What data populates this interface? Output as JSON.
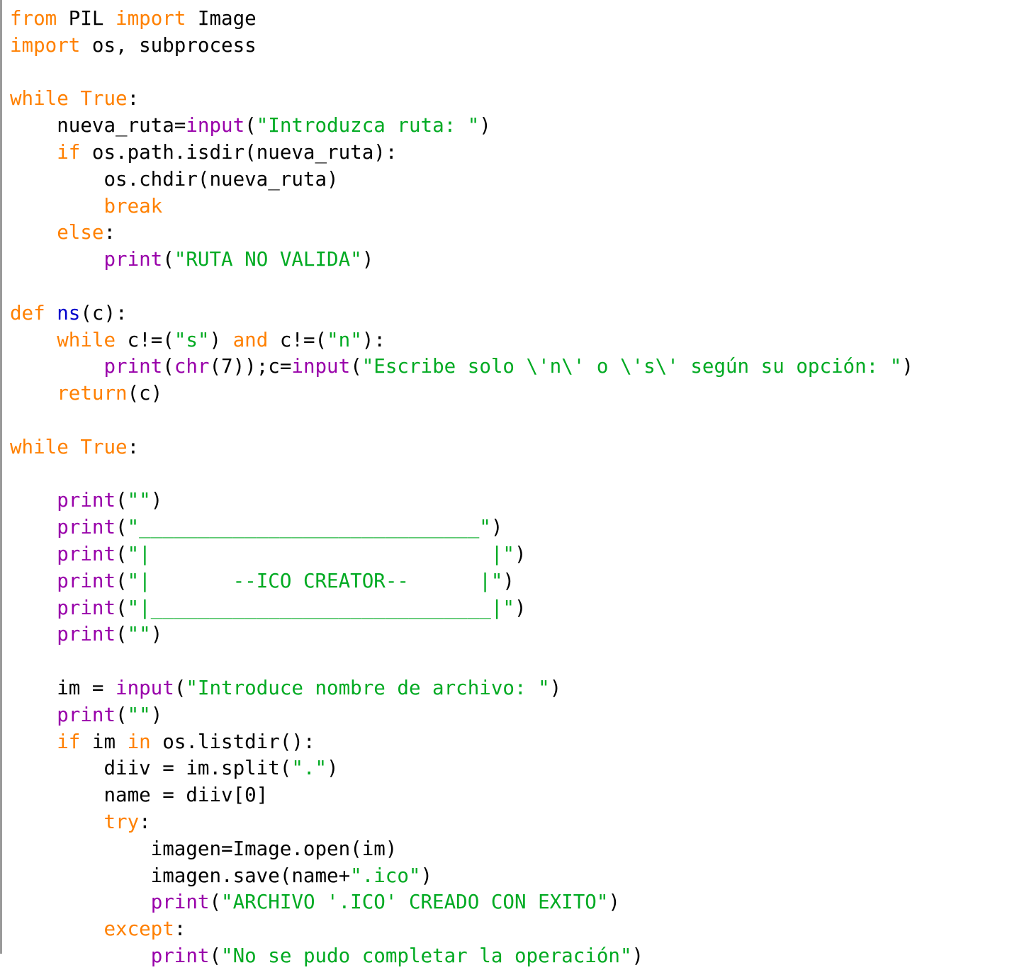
{
  "editor": {
    "language": "python",
    "theme": "idle-classic",
    "background": "#ffffff",
    "colors": {
      "keyword": "#ff8000",
      "builtin": "#9900aa",
      "string": "#00aa22",
      "definition": "#0000cc",
      "identifier": "#000000",
      "border": "#9a9a9a"
    },
    "lines": [
      {
        "n": 1,
        "tokens": [
          {
            "t": "from",
            "c": "kw"
          },
          {
            "t": " PIL ",
            "c": "id"
          },
          {
            "t": "import",
            "c": "kw"
          },
          {
            "t": " Image",
            "c": "id"
          }
        ]
      },
      {
        "n": 2,
        "tokens": [
          {
            "t": "import",
            "c": "kw"
          },
          {
            "t": " os, subprocess",
            "c": "id"
          }
        ]
      },
      {
        "n": 3,
        "tokens": []
      },
      {
        "n": 4,
        "tokens": [
          {
            "t": "while",
            "c": "kw"
          },
          {
            "t": " ",
            "c": "id"
          },
          {
            "t": "True",
            "c": "kw"
          },
          {
            "t": ":",
            "c": "op"
          }
        ]
      },
      {
        "n": 5,
        "tokens": [
          {
            "t": "    nueva_ruta=",
            "c": "id"
          },
          {
            "t": "input",
            "c": "bi"
          },
          {
            "t": "(",
            "c": "op"
          },
          {
            "t": "\"Introduzca ruta: \"",
            "c": "str"
          },
          {
            "t": ")",
            "c": "op"
          }
        ]
      },
      {
        "n": 6,
        "tokens": [
          {
            "t": "    ",
            "c": "id"
          },
          {
            "t": "if",
            "c": "kw"
          },
          {
            "t": " os.path.isdir(nueva_ruta):",
            "c": "id"
          }
        ]
      },
      {
        "n": 7,
        "tokens": [
          {
            "t": "        os.chdir(nueva_ruta)",
            "c": "id"
          }
        ]
      },
      {
        "n": 8,
        "tokens": [
          {
            "t": "        ",
            "c": "id"
          },
          {
            "t": "break",
            "c": "kw"
          }
        ]
      },
      {
        "n": 9,
        "tokens": [
          {
            "t": "    ",
            "c": "id"
          },
          {
            "t": "else",
            "c": "kw"
          },
          {
            "t": ":",
            "c": "op"
          }
        ]
      },
      {
        "n": 10,
        "tokens": [
          {
            "t": "        ",
            "c": "id"
          },
          {
            "t": "print",
            "c": "bi"
          },
          {
            "t": "(",
            "c": "op"
          },
          {
            "t": "\"RUTA NO VALIDA\"",
            "c": "str"
          },
          {
            "t": ")",
            "c": "op"
          }
        ]
      },
      {
        "n": 11,
        "tokens": []
      },
      {
        "n": 12,
        "tokens": [
          {
            "t": "def",
            "c": "kw"
          },
          {
            "t": " ",
            "c": "id"
          },
          {
            "t": "ns",
            "c": "def"
          },
          {
            "t": "(c):",
            "c": "id"
          }
        ]
      },
      {
        "n": 13,
        "tokens": [
          {
            "t": "    ",
            "c": "id"
          },
          {
            "t": "while",
            "c": "kw"
          },
          {
            "t": " c!=(",
            "c": "id"
          },
          {
            "t": "\"s\"",
            "c": "str"
          },
          {
            "t": ") ",
            "c": "id"
          },
          {
            "t": "and",
            "c": "kw"
          },
          {
            "t": " c!=(",
            "c": "id"
          },
          {
            "t": "\"n\"",
            "c": "str"
          },
          {
            "t": "):",
            "c": "id"
          }
        ]
      },
      {
        "n": 14,
        "tokens": [
          {
            "t": "        ",
            "c": "id"
          },
          {
            "t": "print",
            "c": "bi"
          },
          {
            "t": "(",
            "c": "op"
          },
          {
            "t": "chr",
            "c": "bi"
          },
          {
            "t": "(7));c=",
            "c": "id"
          },
          {
            "t": "input",
            "c": "bi"
          },
          {
            "t": "(",
            "c": "op"
          },
          {
            "t": "\"Escribe solo \\'n\\' o \\'s\\' según su opción: \"",
            "c": "str"
          },
          {
            "t": ")",
            "c": "op"
          }
        ]
      },
      {
        "n": 15,
        "tokens": [
          {
            "t": "    ",
            "c": "id"
          },
          {
            "t": "return",
            "c": "kw"
          },
          {
            "t": "(c)",
            "c": "id"
          }
        ]
      },
      {
        "n": 16,
        "tokens": []
      },
      {
        "n": 17,
        "tokens": [
          {
            "t": "while",
            "c": "kw"
          },
          {
            "t": " ",
            "c": "id"
          },
          {
            "t": "True",
            "c": "kw"
          },
          {
            "t": ":",
            "c": "op"
          }
        ]
      },
      {
        "n": 18,
        "tokens": []
      },
      {
        "n": 19,
        "tokens": [
          {
            "t": "    ",
            "c": "id"
          },
          {
            "t": "print",
            "c": "bi"
          },
          {
            "t": "(",
            "c": "op"
          },
          {
            "t": "\"\"",
            "c": "str"
          },
          {
            "t": ")",
            "c": "op"
          }
        ]
      },
      {
        "n": 20,
        "tokens": [
          {
            "t": "    ",
            "c": "id"
          },
          {
            "t": "print",
            "c": "bi"
          },
          {
            "t": "(",
            "c": "op"
          },
          {
            "t": "\"_____________________________\"",
            "c": "str"
          },
          {
            "t": ")",
            "c": "op"
          }
        ]
      },
      {
        "n": 21,
        "tokens": [
          {
            "t": "    ",
            "c": "id"
          },
          {
            "t": "print",
            "c": "bi"
          },
          {
            "t": "(",
            "c": "op"
          },
          {
            "t": "\"|                             |\"",
            "c": "str"
          },
          {
            "t": ")",
            "c": "op"
          }
        ]
      },
      {
        "n": 22,
        "tokens": [
          {
            "t": "    ",
            "c": "id"
          },
          {
            "t": "print",
            "c": "bi"
          },
          {
            "t": "(",
            "c": "op"
          },
          {
            "t": "\"|       --ICO CREATOR--      |\"",
            "c": "str"
          },
          {
            "t": ")",
            "c": "op"
          }
        ]
      },
      {
        "n": 23,
        "tokens": [
          {
            "t": "    ",
            "c": "id"
          },
          {
            "t": "print",
            "c": "bi"
          },
          {
            "t": "(",
            "c": "op"
          },
          {
            "t": "\"|_____________________________|\"",
            "c": "str"
          },
          {
            "t": ")",
            "c": "op"
          }
        ]
      },
      {
        "n": 24,
        "tokens": [
          {
            "t": "    ",
            "c": "id"
          },
          {
            "t": "print",
            "c": "bi"
          },
          {
            "t": "(",
            "c": "op"
          },
          {
            "t": "\"\"",
            "c": "str"
          },
          {
            "t": ")",
            "c": "op"
          }
        ]
      },
      {
        "n": 25,
        "tokens": []
      },
      {
        "n": 26,
        "tokens": [
          {
            "t": "    im = ",
            "c": "id"
          },
          {
            "t": "input",
            "c": "bi"
          },
          {
            "t": "(",
            "c": "op"
          },
          {
            "t": "\"Introduce nombre de archivo: \"",
            "c": "str"
          },
          {
            "t": ")",
            "c": "op"
          }
        ]
      },
      {
        "n": 27,
        "tokens": [
          {
            "t": "    ",
            "c": "id"
          },
          {
            "t": "print",
            "c": "bi"
          },
          {
            "t": "(",
            "c": "op"
          },
          {
            "t": "\"\"",
            "c": "str"
          },
          {
            "t": ")",
            "c": "op"
          }
        ]
      },
      {
        "n": 28,
        "tokens": [
          {
            "t": "    ",
            "c": "id"
          },
          {
            "t": "if",
            "c": "kw"
          },
          {
            "t": " im ",
            "c": "id"
          },
          {
            "t": "in",
            "c": "kw"
          },
          {
            "t": " os.listdir():",
            "c": "id"
          }
        ]
      },
      {
        "n": 29,
        "tokens": [
          {
            "t": "        diiv = im.split(",
            "c": "id"
          },
          {
            "t": "\".\"",
            "c": "str"
          },
          {
            "t": ")",
            "c": "op"
          }
        ]
      },
      {
        "n": 30,
        "tokens": [
          {
            "t": "        name = diiv[0]",
            "c": "id"
          }
        ]
      },
      {
        "n": 31,
        "tokens": [
          {
            "t": "        ",
            "c": "id"
          },
          {
            "t": "try",
            "c": "kw"
          },
          {
            "t": ":",
            "c": "op"
          }
        ]
      },
      {
        "n": 32,
        "tokens": [
          {
            "t": "            imagen=Image.open(im)",
            "c": "id"
          }
        ]
      },
      {
        "n": 33,
        "tokens": [
          {
            "t": "            imagen.save(name+",
            "c": "id"
          },
          {
            "t": "\".ico\"",
            "c": "str"
          },
          {
            "t": ")",
            "c": "op"
          }
        ]
      },
      {
        "n": 34,
        "tokens": [
          {
            "t": "            ",
            "c": "id"
          },
          {
            "t": "print",
            "c": "bi"
          },
          {
            "t": "(",
            "c": "op"
          },
          {
            "t": "\"ARCHIVO '.ICO' CREADO CON EXITO\"",
            "c": "str"
          },
          {
            "t": ")",
            "c": "op"
          }
        ]
      },
      {
        "n": 35,
        "tokens": [
          {
            "t": "        ",
            "c": "id"
          },
          {
            "t": "except",
            "c": "kw"
          },
          {
            "t": ":",
            "c": "op"
          }
        ]
      },
      {
        "n": 36,
        "tokens": [
          {
            "t": "            ",
            "c": "id"
          },
          {
            "t": "print",
            "c": "bi"
          },
          {
            "t": "(",
            "c": "op"
          },
          {
            "t": "\"No se pudo completar la operación\"",
            "c": "str"
          },
          {
            "t": ")",
            "c": "op"
          }
        ]
      }
    ]
  }
}
